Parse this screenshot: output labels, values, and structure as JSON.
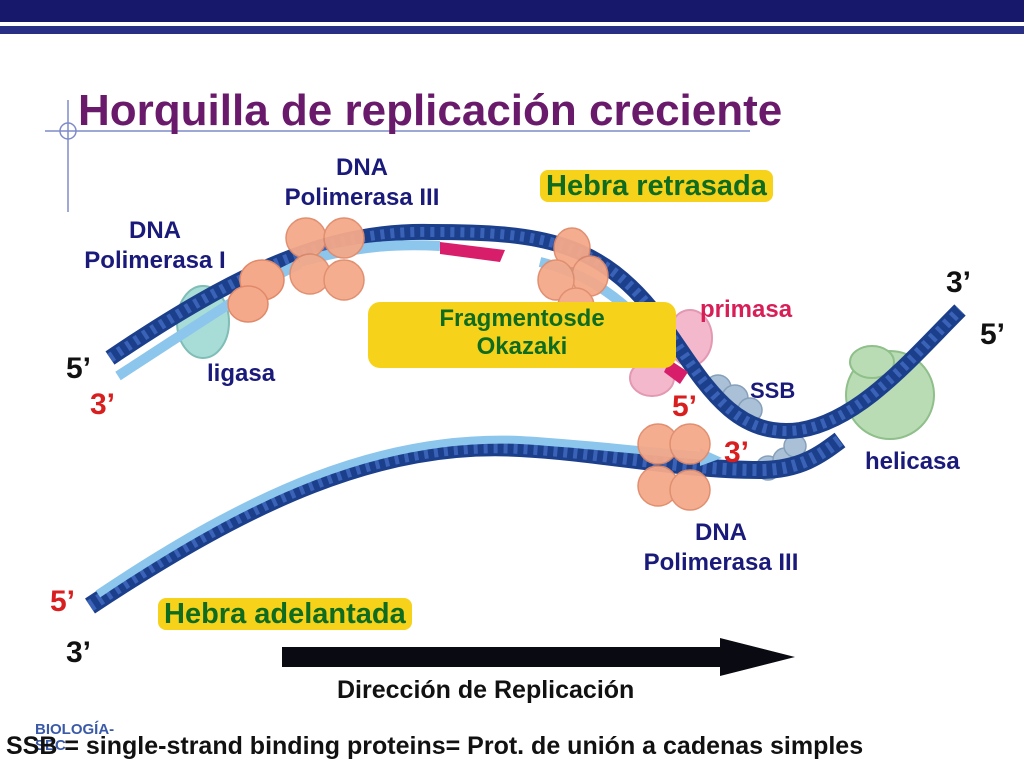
{
  "title": "Horquilla de replicación creciente",
  "labels": {
    "dna_pol3_top_line1": "DNA",
    "dna_pol3_top_line2": "Polimerasa III",
    "dna_pol1_line1": "DNA",
    "dna_pol1_line2": "Polimerasa I",
    "hebra_retrasada": "Hebra retrasada",
    "primasa": "primasa",
    "okazaki_line1": "Fragmentosde",
    "okazaki_line2": "Okazaki",
    "ligasa": "ligasa",
    "ssb": "SSB",
    "helicasa": "helicasa",
    "dna_pol3_bottom_line1": "DNA",
    "dna_pol3_bottom_line2": "Polimerasa III",
    "hebra_adelantada": "Hebra adelantada",
    "direccion": "Dirección de Replicación",
    "footnote": "SSB = single-strand binding proteins= Prot. de unión a cadenas simples",
    "corner_line1": "BIOLOGÍA-",
    "corner_line2": "SEC"
  },
  "ends": {
    "top_right_3": "3’",
    "top_right_5": "5’",
    "left_top_5": "5’",
    "left_top_3_red": "3’",
    "mid_5_red": "5’",
    "mid_3_red": "3’",
    "bottom_left_5_red": "5’",
    "bottom_left_3": "3’"
  },
  "colors": {
    "title": "#6a1a6a",
    "strand_dark": "#2b4ea3",
    "strand_light": "#8cc6ec",
    "primer": "#d81e6a",
    "polymerase": "#f4a98a",
    "primase": "#f4b8cc",
    "helicase": "#b9dcb4",
    "ssb": "#a9c0d6",
    "ligase": "#a8dcd6",
    "highlight": "#f7d21a",
    "label_green": "#0f6b20",
    "label_dark": "#1a1a7a",
    "label_red": "#d81e1e"
  }
}
